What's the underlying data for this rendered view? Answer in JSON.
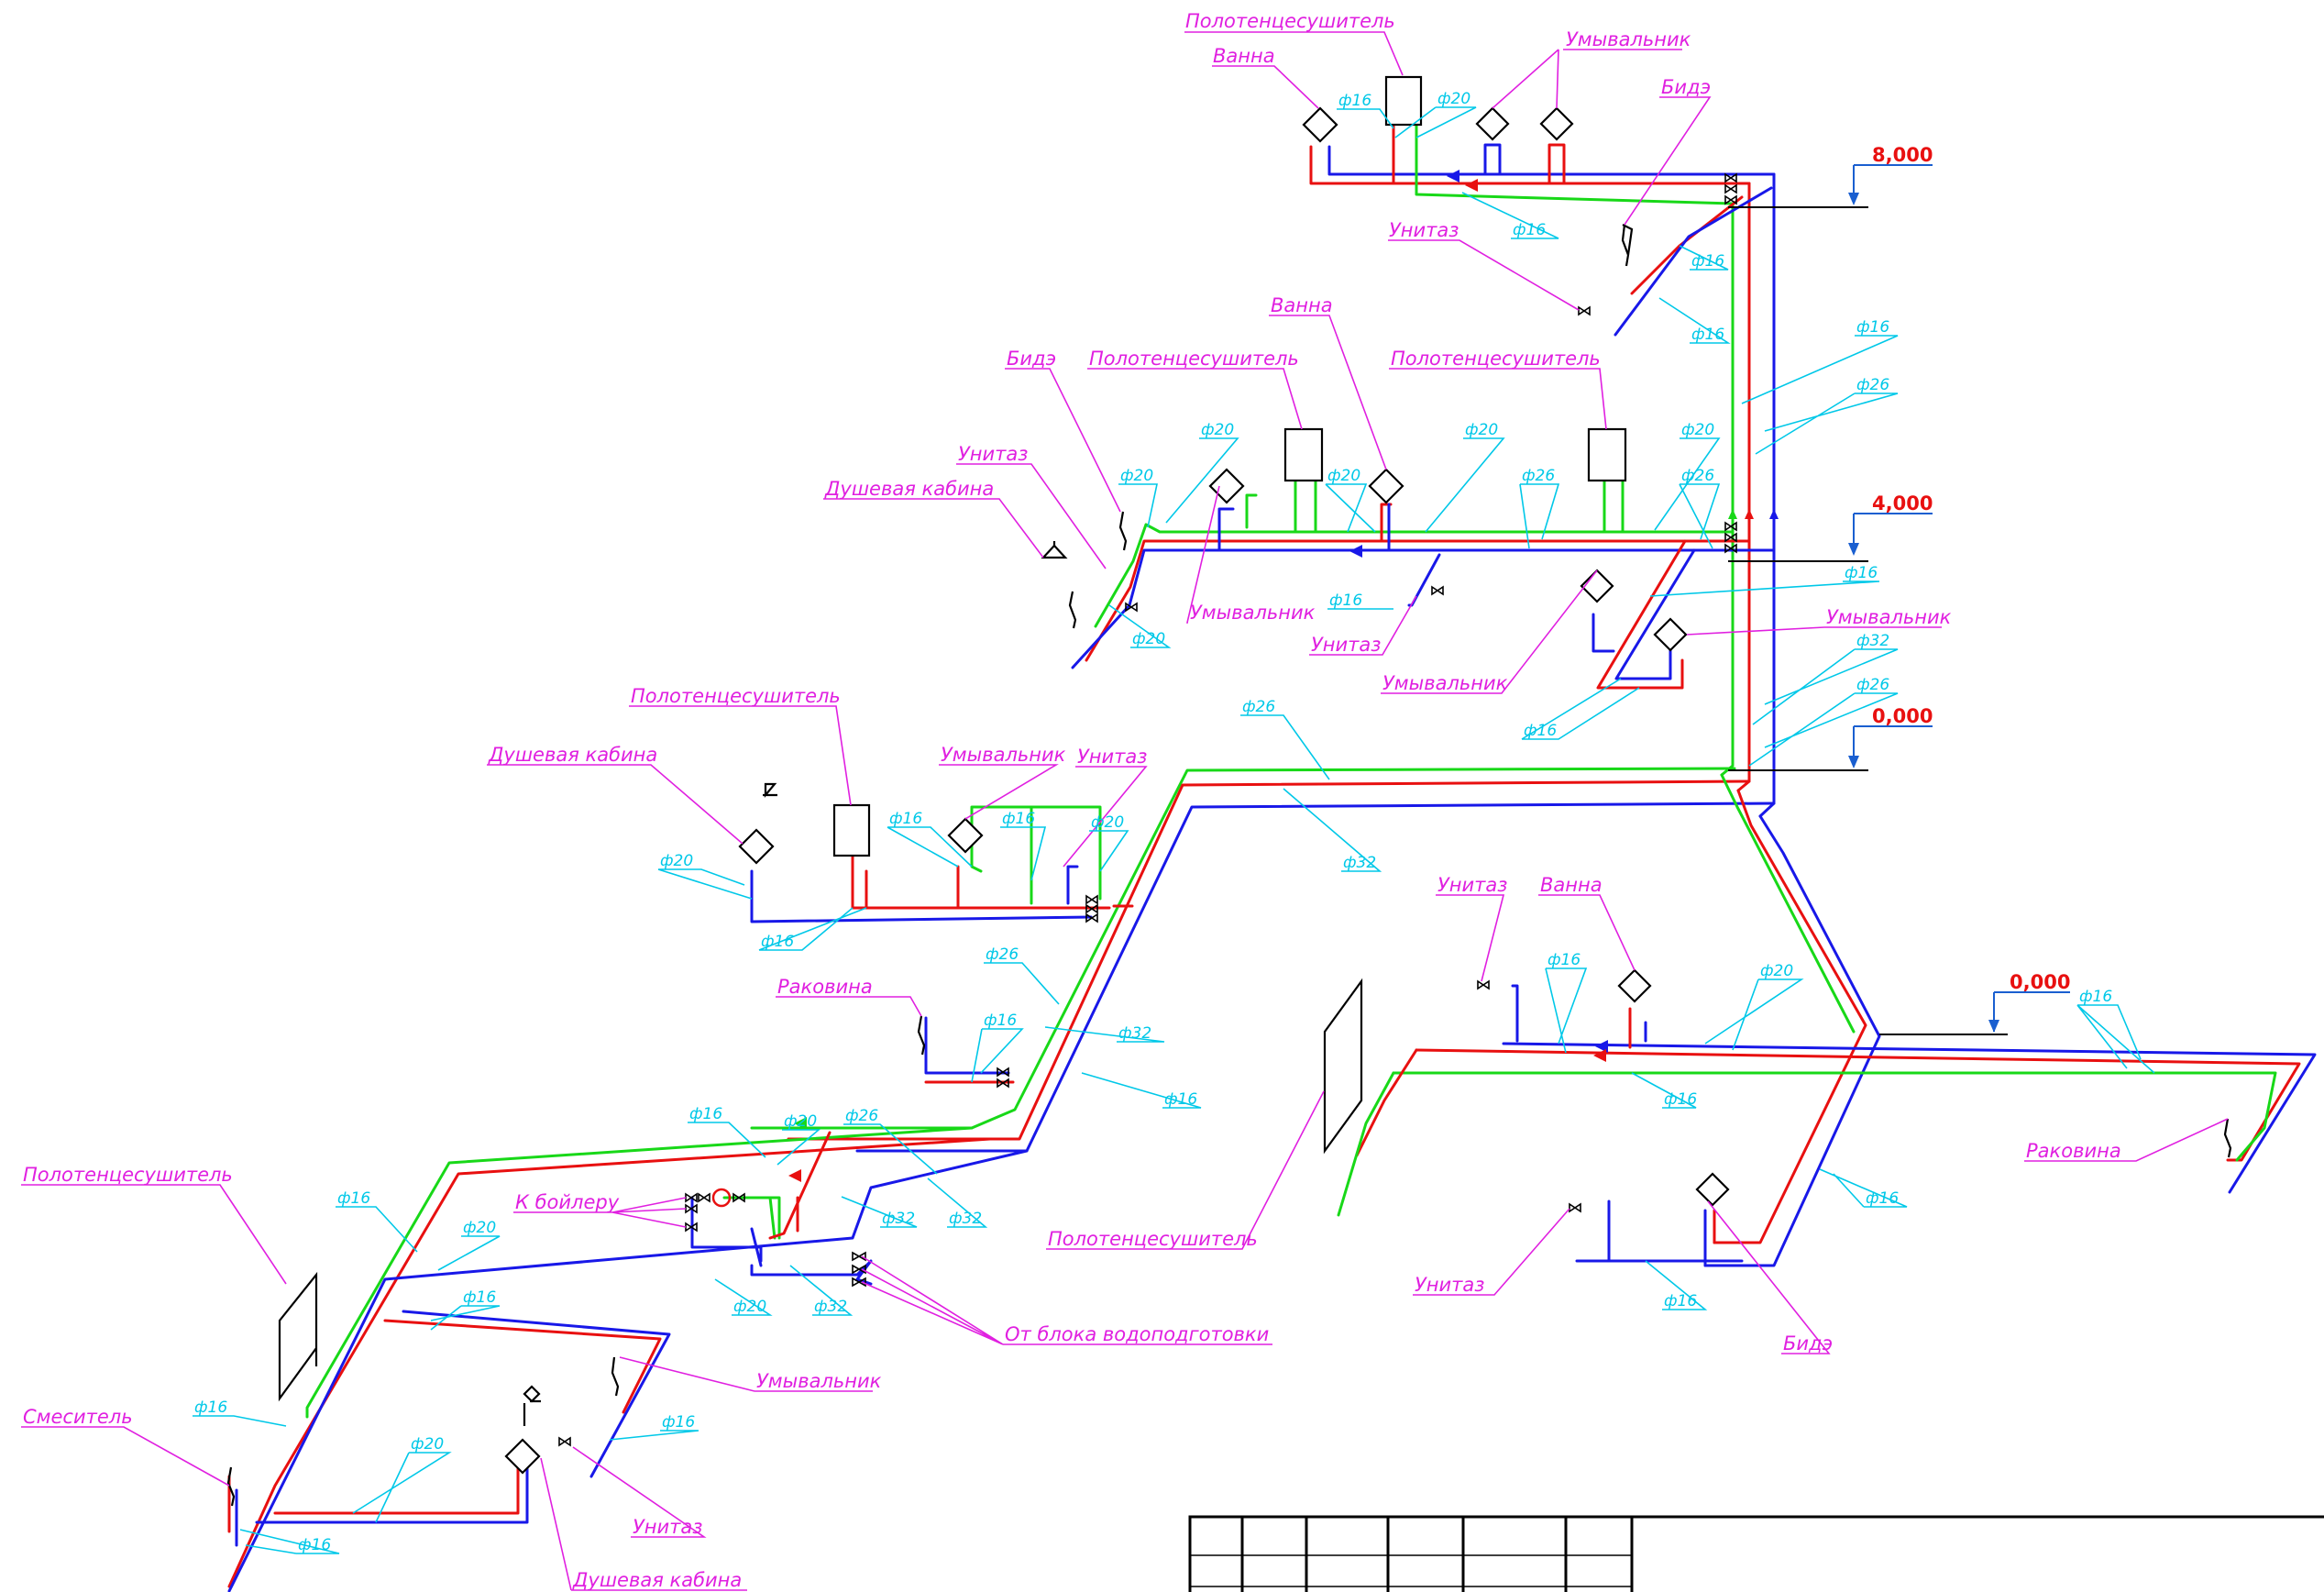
{
  "colors": {
    "hot": "#e81010",
    "recirculation": "#18d818",
    "cold": "#1818e8",
    "labels": "#e020e0",
    "diameters": "#00c8e8",
    "levels": "#e81010"
  },
  "fixtures": {
    "towel_dryer": "Полотенцесушитель",
    "bath": "Ванна",
    "washbasin": "Умывальник",
    "bidet": "Бидэ",
    "toilet": "Унитаз",
    "shower_cabin": "Душевая кабина",
    "sink": "Раковина",
    "mixer": "Смеситель",
    "to_boiler": "К бойлеру",
    "from_water_treatment": "От блока водоподготовки"
  },
  "diameters": {
    "d16": "ф16",
    "d20": "ф20",
    "d26": "ф26",
    "d32": "ф32"
  },
  "levels": {
    "l8": "8,000",
    "l4": "4,000",
    "l0": "0,000",
    "l0b": "0,000"
  }
}
